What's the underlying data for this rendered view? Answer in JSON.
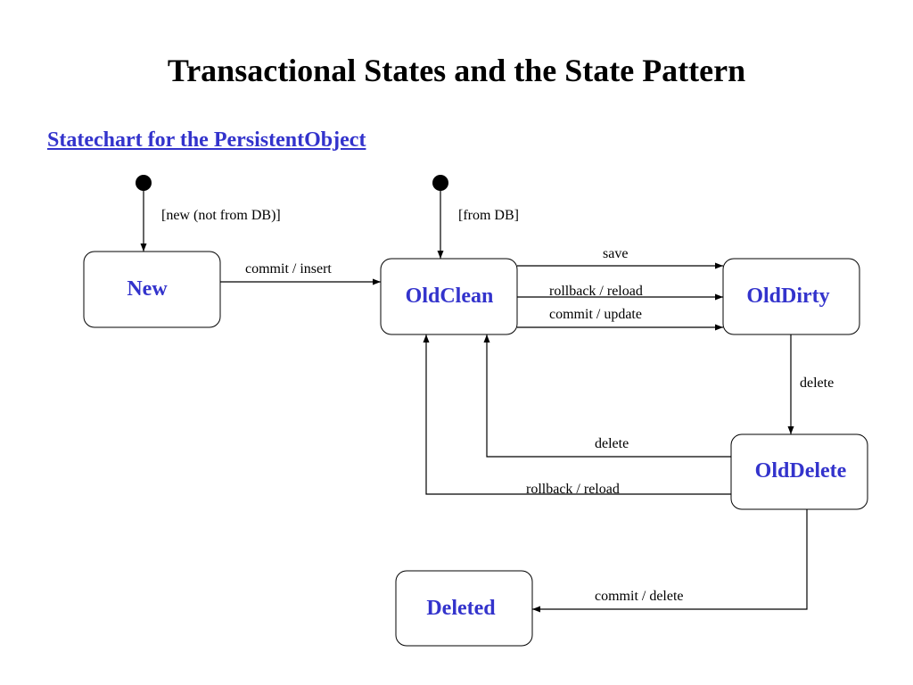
{
  "title": "Transactional States and the State Pattern",
  "subtitle": "Statechart for the PersistentObject",
  "colors": {
    "state_text": "#3333cc",
    "subtitle": "#3333cc",
    "lines": "#000000"
  },
  "states": {
    "new": "New",
    "old_clean": "OldClean",
    "old_dirty": "OldDirty",
    "old_delete": "OldDelete",
    "deleted": "Deleted"
  },
  "transitions": {
    "initial_new": "[new (not from DB)]",
    "initial_db": "[from DB]",
    "commit_insert": "commit / insert",
    "save": "save",
    "rollback_reload_dirty": "rollback / reload",
    "commit_update": "commit / update",
    "delete_dirty": "delete",
    "delete_to_clean": "delete",
    "rollback_reload_delete": "rollback / reload",
    "commit_delete": "commit / delete"
  }
}
